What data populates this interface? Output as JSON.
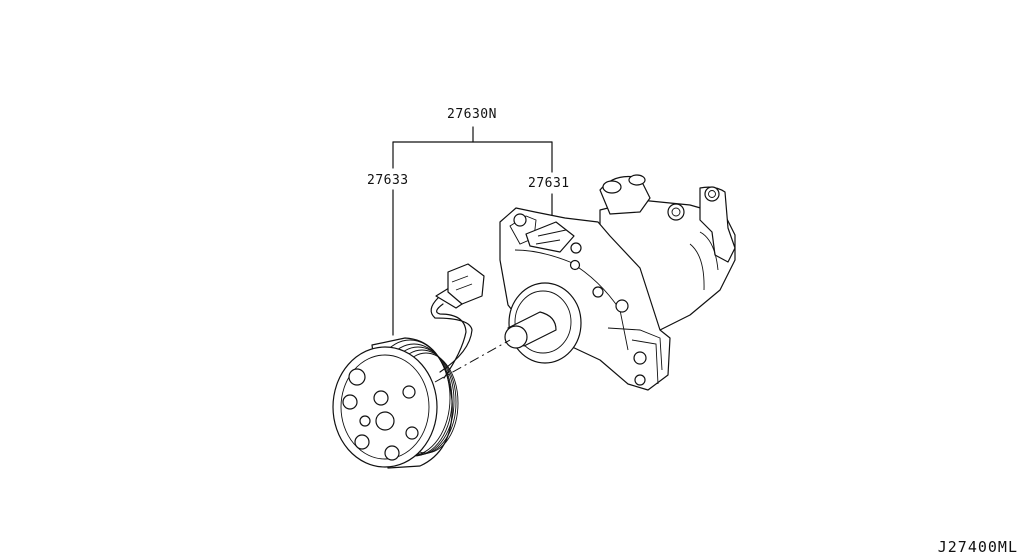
{
  "parts": {
    "assembly": "27630N",
    "clutch": "27633",
    "compressor": "27631"
  },
  "diagram_code": "J27400ML"
}
